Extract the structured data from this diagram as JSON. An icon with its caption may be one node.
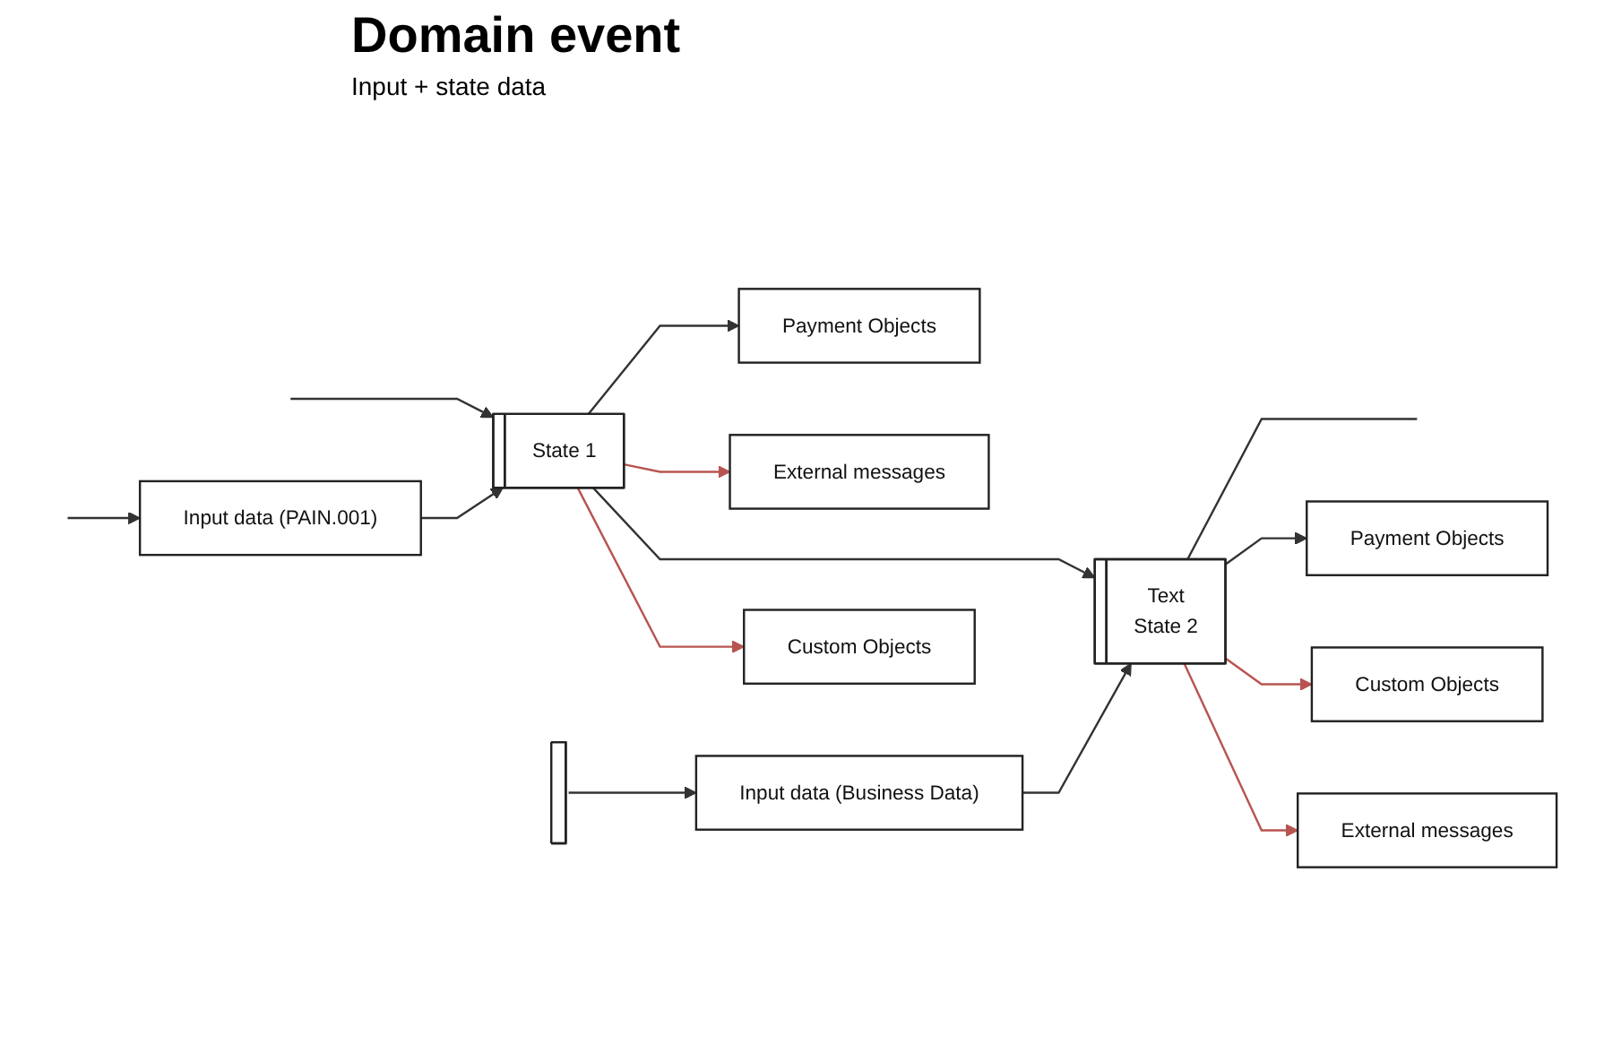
{
  "diagram": {
    "title": "Domain event",
    "nodes": [
      {
        "text": [
          "State 1"
        ]
      },
      {
        "text": [
          "Text",
          "State 2"
        ]
      },
      {
        "text": [
          "Input data (PAIN.001)"
        ]
      },
      {
        "text": [
          "Payment Objects"
        ]
      },
      {
        "text": [
          "External messages"
        ]
      },
      {
        "text": [],
        "shape": "bar"
      },
      {
        "text": [
          "Input data (Business Data)"
        ]
      },
      {
        "text": [
          "Payment Objects"
        ]
      },
      {
        "text": [
          "External messages"
        ]
      },
      {
        "text": [
          "Custom Objects"
        ]
      },
      {
        "text": [
          "Custom Objects"
        ]
      }
    ],
    "edges": [
      {
        "from": null,
        "to": 0,
        "arrow": "to"
      },
      {
        "from": 0,
        "to": 1,
        "arrow": "to"
      },
      {
        "from": 1,
        "to": null,
        "arrow": "none"
      },
      {
        "from": 2,
        "to": 0,
        "arrow": "to"
      },
      {
        "from": null,
        "to": 2,
        "arrow": "to"
      },
      {
        "from": 0,
        "to": 3,
        "arrow": "to"
      },
      {
        "from": 0,
        "to": 9,
        "arrow": "to",
        "color": "#b85450"
      },
      {
        "from": 0,
        "to": 4,
        "arrow": "to",
        "color": "#b85450"
      },
      {
        "from": 5,
        "to": 6,
        "arrow": "to"
      },
      {
        "from": 6,
        "to": 1,
        "arrow": "to"
      },
      {
        "from": 1,
        "to": 7,
        "arrow": "to"
      },
      {
        "from": 1,
        "to": 10,
        "arrow": "to",
        "color": "#b85450"
      },
      {
        "from": 1,
        "to": 8,
        "arrow": "to",
        "color": "#b85450"
      }
    ],
    "labels": [
      "Input + state data"
    ]
  }
}
